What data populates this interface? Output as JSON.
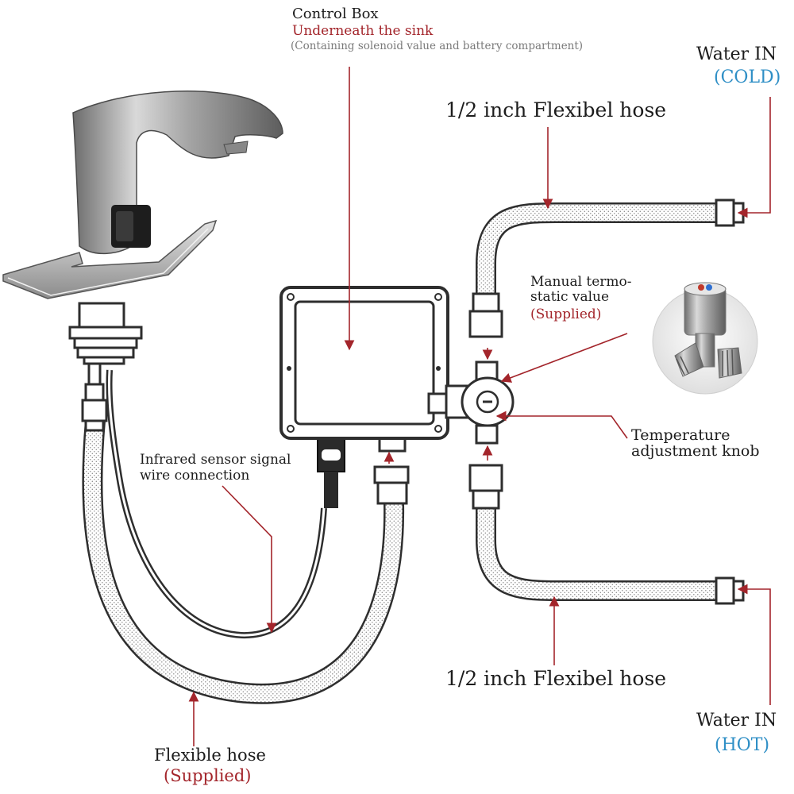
{
  "control_box": {
    "title": "Control Box",
    "location": "Underneath the sink",
    "note": "(Containing solenoid value and battery compartment)"
  },
  "water_in_cold": {
    "title": "Water IN",
    "temp": "(COLD)"
  },
  "water_in_hot": {
    "title": "Water IN",
    "temp": "(HOT)"
  },
  "hose_top": {
    "label": "1/2 inch Flexibel hose"
  },
  "hose_bottom": {
    "label": "1/2 inch Flexibel hose"
  },
  "thermostatic_valve": {
    "line1": "Manual termo-",
    "line2": "static value",
    "supplied": "(Supplied)"
  },
  "temperature_knob": {
    "line1": "Temperature",
    "line2": "adjustment knob"
  },
  "sensor_wire": {
    "line1": "Infrared sensor signal",
    "line2": "wire connection"
  },
  "flexible_hose": {
    "title": "Flexible hose",
    "supplied": "(Supplied)"
  },
  "colors": {
    "arrow": "#a3252b",
    "cold": "#2f8fc6",
    "hot": "#2f8fc6",
    "outline": "#3a3a3a"
  }
}
